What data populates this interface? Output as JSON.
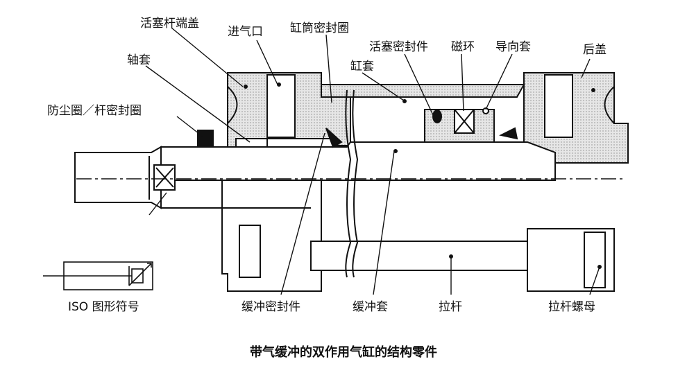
{
  "labels": {
    "rod_end_cover": "活塞杆端盖",
    "air_inlet": "进气口",
    "barrel_seal_ring": "缸筒密封圈",
    "piston_seal": "活塞密封件",
    "magnet_ring": "磁环",
    "guide_sleeve": "导向套",
    "rear_cover": "后盖",
    "bushing": "轴套",
    "cylinder_barrel": "缸套",
    "dust_seal_rod_seal": "防尘圈／杆密封圈",
    "iso_symbol": "ISO 图形符号",
    "cushion_seal": "缓冲密封件",
    "cushion_sleeve": "缓冲套",
    "tie_rod": "拉杆",
    "tie_rod_nut": "拉杆螺母"
  },
  "caption": "带气缓冲的双作用气缸的结构零件",
  "colors": {
    "line": "#111111",
    "hatch": "#d9d9d9",
    "paper": "#ffffff"
  }
}
